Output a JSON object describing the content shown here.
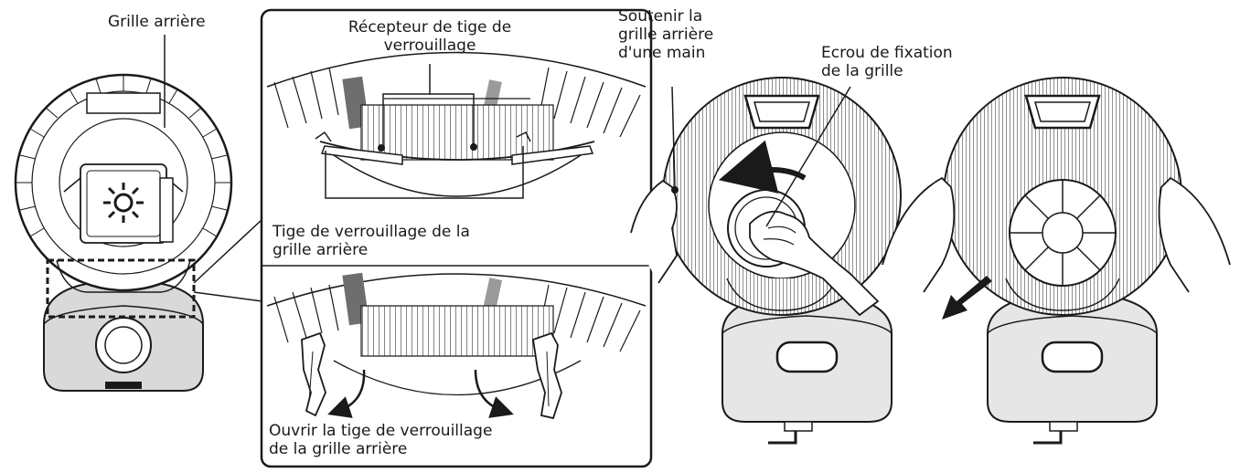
{
  "labels": {
    "rear_grille": [
      "Grille arrière"
    ],
    "lock_receiver": [
      "Récepteur de tige de",
      "verrouillage"
    ],
    "lock_rod": [
      "Tige de verrouillage de la",
      "grille arrière"
    ],
    "open_rod": [
      "Ouvrir la tige de verrouillage",
      "de la grille arrière"
    ],
    "support_hand": [
      "Soutenir la",
      "grille arrière",
      "d'une main"
    ],
    "fix_nut": [
      "Ecrou de fixation",
      "de la grille"
    ]
  },
  "icons": [
    "sun-icon",
    "rotate-counterclockwise-arrow-icon",
    "pull-arrow-icon",
    "hand-icon"
  ],
  "colors": {
    "ink": "#1a1a1a",
    "part_gray": "#6e6e6e",
    "base_gray": "#d9d9d9",
    "base_light": "#e6e6e6",
    "highlight_gray": "#9a9a9a"
  }
}
